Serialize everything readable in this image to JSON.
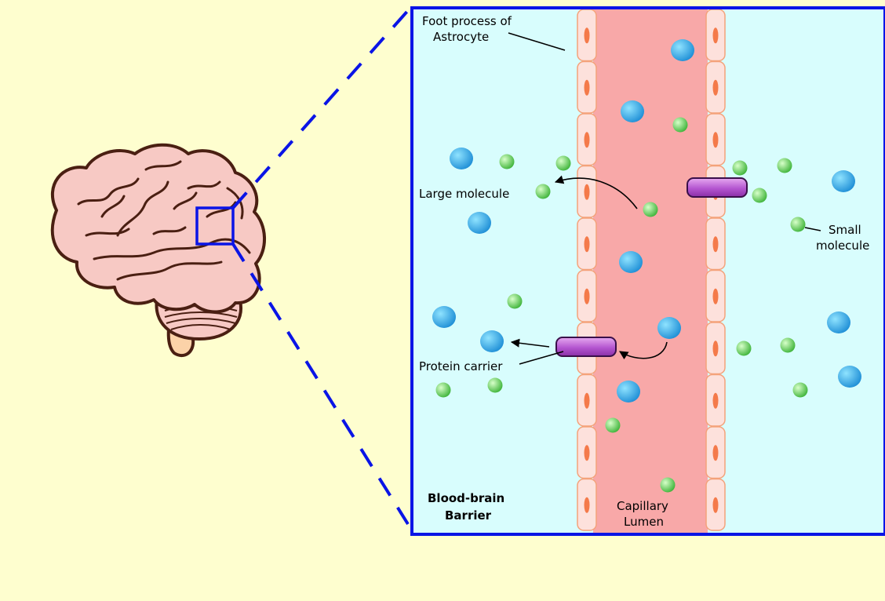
{
  "labels": {
    "foot_process_line1": "Foot process of",
    "foot_process_line2": "Astrocyte",
    "large_molecule": "Large molecule",
    "small_molecule_line1": "Small",
    "small_molecule_line2": "molecule",
    "protein_carrier": "Protein carrier",
    "bbb_line1": "Blood-brain",
    "bbb_line2": "Barrier",
    "lumen_line1": "Capillary",
    "lumen_line2": "Lumen"
  },
  "colors": {
    "background": "#fefecf",
    "tissue": "#d8fdfd",
    "frame": "#0a14e6",
    "lumen": "#f8a8a8",
    "endothelial_cell": "#fde1dc",
    "endothelial_outline": "#f4a27a",
    "nucleus": "#f47a4a",
    "large_molecule": "#2aa7e4",
    "small_molecule": "#5fd04f",
    "protein_carrier": "#b455d0",
    "brain": "#f7c9c4",
    "brain_outline": "#4a1f12"
  }
}
